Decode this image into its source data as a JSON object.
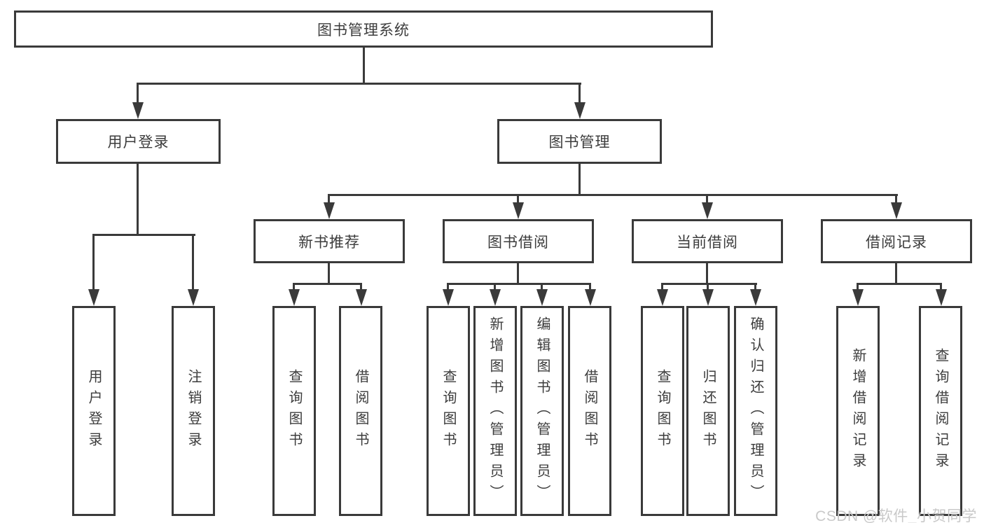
{
  "diagram": {
    "root": {
      "label": "图书管理系统"
    },
    "branches": [
      {
        "label": "用户登录",
        "children": [
          {
            "label": "用户登录"
          },
          {
            "label": "注销登录"
          }
        ]
      },
      {
        "label": "图书管理",
        "children": [
          {
            "label": "新书推荐",
            "children": [
              {
                "label": "查询图书"
              },
              {
                "label": "借阅图书"
              }
            ]
          },
          {
            "label": "图书借阅",
            "children": [
              {
                "label": "查询图书"
              },
              {
                "label": "新增图书（管理员）"
              },
              {
                "label": "编辑图书（管理员）"
              },
              {
                "label": "借阅图书"
              }
            ]
          },
          {
            "label": "当前借阅",
            "children": [
              {
                "label": "查询图书"
              },
              {
                "label": "归还图书"
              },
              {
                "label": "确认归还（管理员）"
              }
            ]
          },
          {
            "label": "借阅记录",
            "children": [
              {
                "label": "新增借阅记录"
              },
              {
                "label": "查询借阅记录"
              }
            ]
          }
        ]
      }
    ],
    "watermark": "CSDN @软件_小贺同学",
    "colors": {
      "line": "#3a3a3a",
      "text": "#3c3c3c",
      "background": "#ffffff",
      "watermark": "#c9c9c9"
    }
  }
}
